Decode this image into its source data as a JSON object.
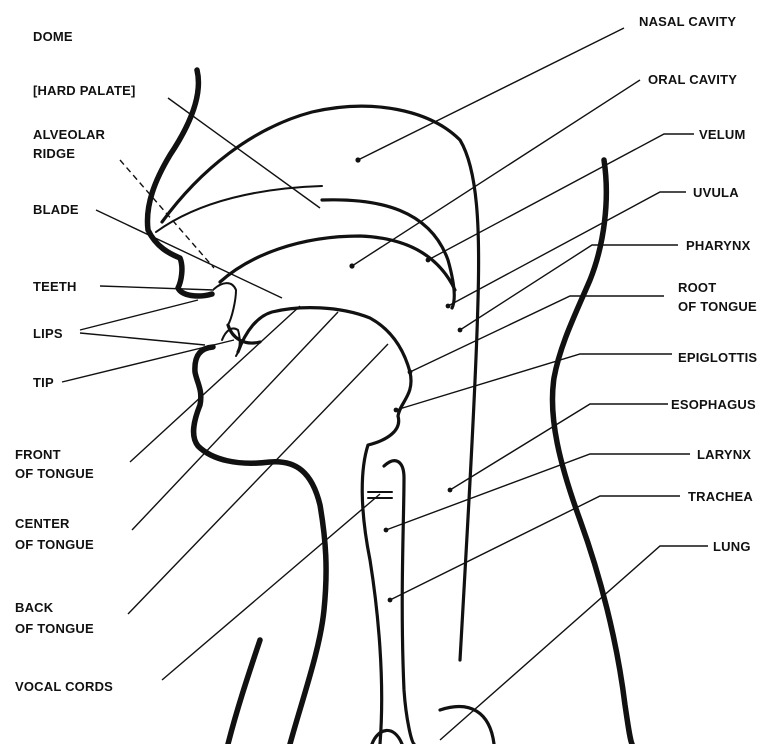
{
  "labels": {
    "left": {
      "dome": "DOME",
      "hard_palate": "[HARD PALATE]",
      "alveolar_ridge_1": "ALVEOLAR",
      "alveolar_ridge_2": "RIDGE",
      "blade": "BLADE",
      "teeth": "TEETH",
      "lips": "LIPS",
      "tip": "TIP",
      "front_of_tongue_1": "FRONT",
      "front_of_tongue_2": "OF TONGUE",
      "center_of_tongue_1": "CENTER",
      "center_of_tongue_2": "OF TONGUE",
      "back_of_tongue_1": "BACK",
      "back_of_tongue_2": "OF TONGUE",
      "vocal_cords": "VOCAL CORDS"
    },
    "right": {
      "nasal_cavity": "NASAL CAVITY",
      "oral_cavity": "ORAL CAVITY",
      "velum": "VELUM",
      "uvula": "UVULA",
      "pharynx": "PHARYNX",
      "root_of_tongue_1": "ROOT",
      "root_of_tongue_2": "OF TONGUE",
      "epiglottis": "EPIGLOTTIS",
      "esophagus": "ESOPHAGUS",
      "larynx": "LARYNX",
      "trachea": "TRACHEA",
      "lung": "LUNG"
    }
  },
  "colors": {
    "ink": "#111111",
    "background": "#ffffff"
  }
}
